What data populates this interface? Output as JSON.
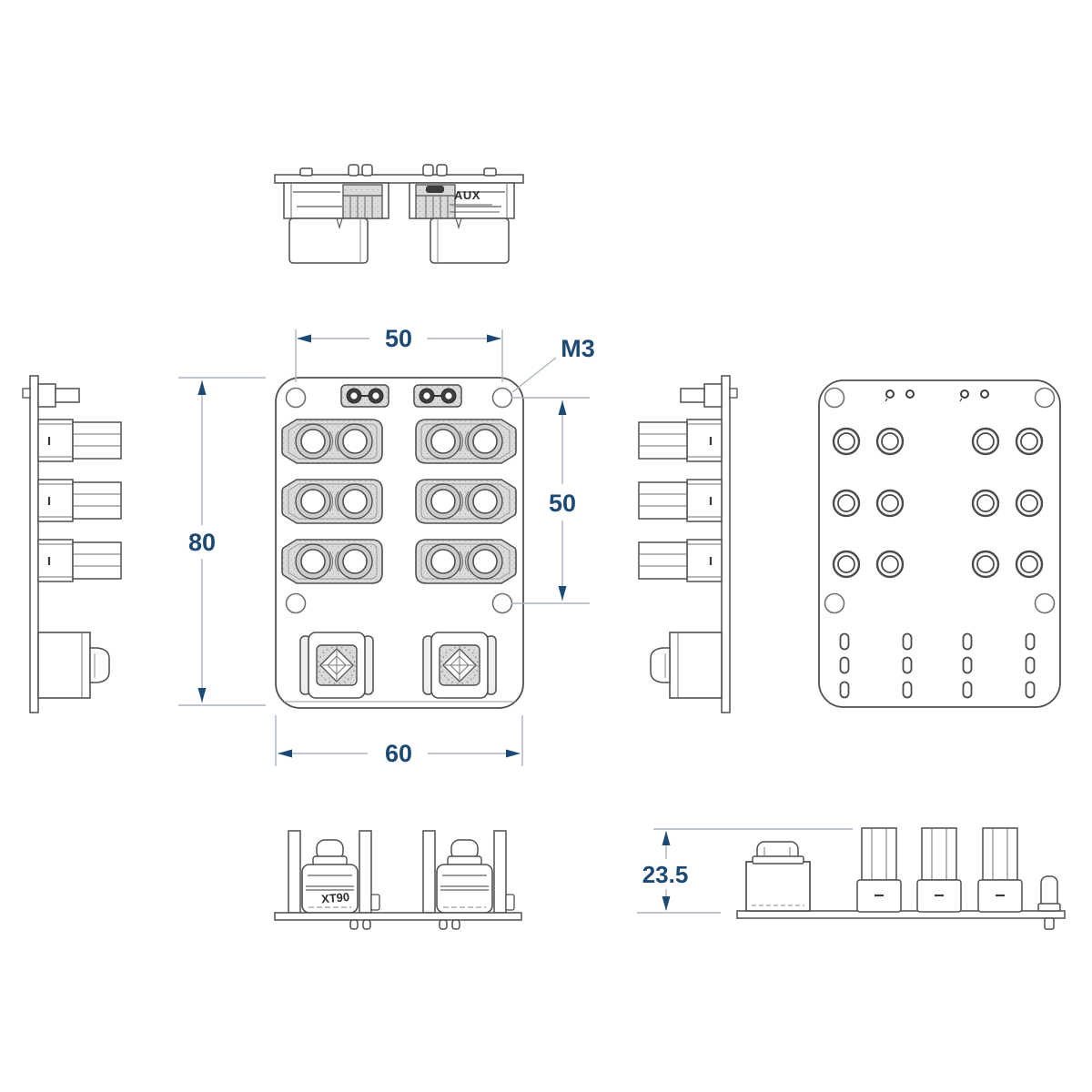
{
  "drawing": {
    "type": "engineering-dimension-drawing",
    "subject": "XT90 power distribution board, six views",
    "dims": {
      "top_hole_spacing": "50",
      "side_hole_spacing": "50",
      "overall_height": "80",
      "overall_width": "60",
      "profile_height": "23.5",
      "hole_thread": "M3"
    },
    "labels": {
      "aux": "AUX",
      "xt90": "XT90"
    },
    "colors": {
      "background": "#ffffff",
      "object_line": "#515151",
      "dim_line": "#aab4c0",
      "dim_text": "#1d4a75",
      "connector_fill": "#dadada"
    }
  }
}
